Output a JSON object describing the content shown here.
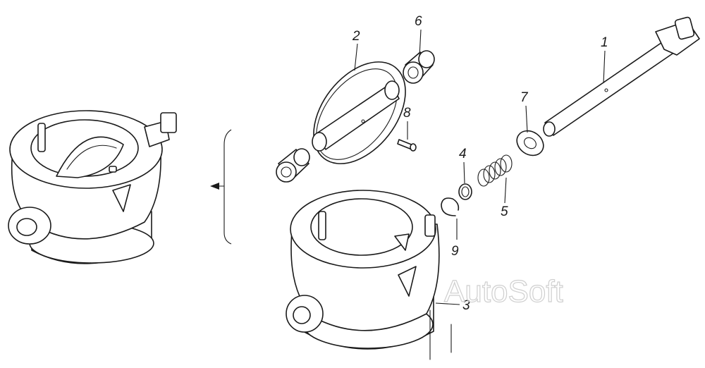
{
  "labels": {
    "p1": "1",
    "p2": "2",
    "p3": "3",
    "p4": "4",
    "p5": "5",
    "p6": "6",
    "p7": "7",
    "p8": "8",
    "p9": "9"
  },
  "watermark": "AutoSoft"
}
